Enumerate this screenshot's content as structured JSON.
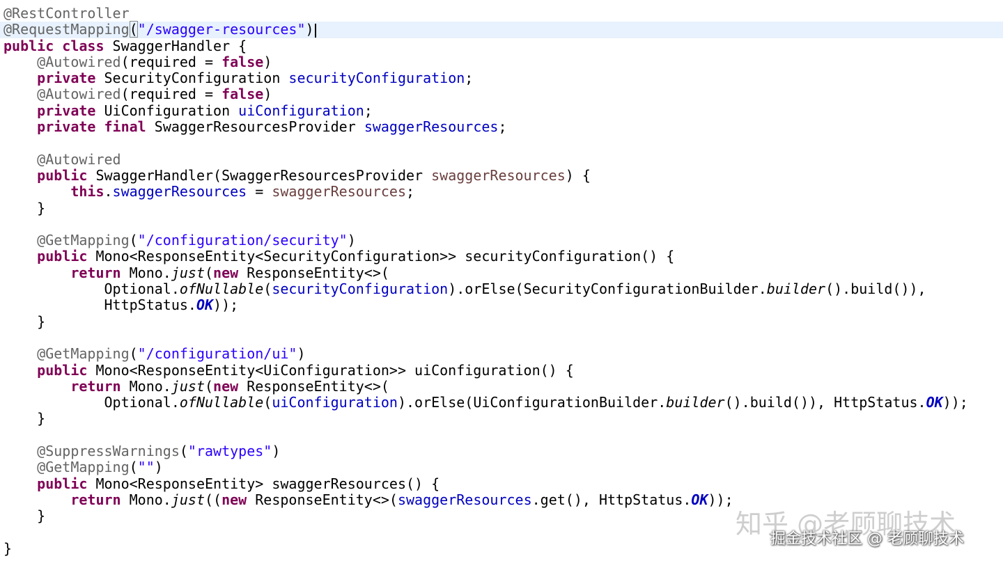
{
  "editor": {
    "colors": {
      "annotation": "#646464",
      "keyword": "#7f0055",
      "string": "#2a00ff",
      "field": "#0000c0",
      "parameter": "#6a3e3e",
      "current_line": "#e8f2fe"
    },
    "lines": [
      [
        {
          "t": "ann",
          "v": "@RestController"
        }
      ],
      [
        {
          "t": "ann",
          "v": "@RequestMapping"
        },
        {
          "t": "bracket",
          "v": "("
        },
        {
          "t": "str",
          "v": "\"/swagger-resources\""
        },
        {
          "t": "pln",
          "v": ")"
        },
        {
          "t": "caret",
          "v": ""
        }
      ],
      [
        {
          "t": "kw",
          "v": "public"
        },
        {
          "t": "pln",
          "v": " "
        },
        {
          "t": "kw",
          "v": "class"
        },
        {
          "t": "pln",
          "v": " SwaggerHandler {"
        }
      ],
      [
        {
          "t": "pln",
          "v": "    "
        },
        {
          "t": "ann",
          "v": "@Autowired"
        },
        {
          "t": "pln",
          "v": "(required = "
        },
        {
          "t": "kw",
          "v": "false"
        },
        {
          "t": "pln",
          "v": ")"
        }
      ],
      [
        {
          "t": "pln",
          "v": "    "
        },
        {
          "t": "kw",
          "v": "private"
        },
        {
          "t": "pln",
          "v": " SecurityConfiguration "
        },
        {
          "t": "fld",
          "v": "securityConfiguration"
        },
        {
          "t": "pln",
          "v": ";"
        }
      ],
      [
        {
          "t": "pln",
          "v": "    "
        },
        {
          "t": "ann",
          "v": "@Autowired"
        },
        {
          "t": "pln",
          "v": "(required = "
        },
        {
          "t": "kw",
          "v": "false"
        },
        {
          "t": "pln",
          "v": ")"
        }
      ],
      [
        {
          "t": "pln",
          "v": "    "
        },
        {
          "t": "kw",
          "v": "private"
        },
        {
          "t": "pln",
          "v": " UiConfiguration "
        },
        {
          "t": "fld",
          "v": "uiConfiguration"
        },
        {
          "t": "pln",
          "v": ";"
        }
      ],
      [
        {
          "t": "pln",
          "v": "    "
        },
        {
          "t": "kw",
          "v": "private"
        },
        {
          "t": "pln",
          "v": " "
        },
        {
          "t": "kw",
          "v": "final"
        },
        {
          "t": "pln",
          "v": " SwaggerResourcesProvider "
        },
        {
          "t": "fld",
          "v": "swaggerResources"
        },
        {
          "t": "pln",
          "v": ";"
        }
      ],
      [],
      [
        {
          "t": "pln",
          "v": "    "
        },
        {
          "t": "ann",
          "v": "@Autowired"
        }
      ],
      [
        {
          "t": "pln",
          "v": "    "
        },
        {
          "t": "kw",
          "v": "public"
        },
        {
          "t": "pln",
          "v": " SwaggerHandler(SwaggerResourcesProvider "
        },
        {
          "t": "prm",
          "v": "swaggerResources"
        },
        {
          "t": "pln",
          "v": ") {"
        }
      ],
      [
        {
          "t": "pln",
          "v": "        "
        },
        {
          "t": "kw",
          "v": "this"
        },
        {
          "t": "pln",
          "v": "."
        },
        {
          "t": "fld",
          "v": "swaggerResources"
        },
        {
          "t": "pln",
          "v": " = "
        },
        {
          "t": "prm",
          "v": "swaggerResources"
        },
        {
          "t": "pln",
          "v": ";"
        }
      ],
      [
        {
          "t": "pln",
          "v": "    }"
        }
      ],
      [],
      [
        {
          "t": "pln",
          "v": "    "
        },
        {
          "t": "ann",
          "v": "@GetMapping"
        },
        {
          "t": "pln",
          "v": "("
        },
        {
          "t": "str",
          "v": "\"/configuration/security\""
        },
        {
          "t": "pln",
          "v": ")"
        }
      ],
      [
        {
          "t": "pln",
          "v": "    "
        },
        {
          "t": "kw",
          "v": "public"
        },
        {
          "t": "pln",
          "v": " Mono<ResponseEntity<SecurityConfiguration>> securityConfiguration() {"
        }
      ],
      [
        {
          "t": "pln",
          "v": "        "
        },
        {
          "t": "kw",
          "v": "return"
        },
        {
          "t": "pln",
          "v": " Mono."
        },
        {
          "t": "itl",
          "v": "just"
        },
        {
          "t": "pln",
          "v": "("
        },
        {
          "t": "kw",
          "v": "new"
        },
        {
          "t": "pln",
          "v": " ResponseEntity<>("
        }
      ],
      [
        {
          "t": "pln",
          "v": "            Optional."
        },
        {
          "t": "itl",
          "v": "ofNullable"
        },
        {
          "t": "pln",
          "v": "("
        },
        {
          "t": "fld",
          "v": "securityConfiguration"
        },
        {
          "t": "pln",
          "v": ").orElse(SecurityConfigurationBuilder."
        },
        {
          "t": "itl",
          "v": "builder"
        },
        {
          "t": "pln",
          "v": "().build()),"
        }
      ],
      [
        {
          "t": "pln",
          "v": "            HttpStatus."
        },
        {
          "t": "fldi",
          "v": "OK"
        },
        {
          "t": "pln",
          "v": "));"
        }
      ],
      [
        {
          "t": "pln",
          "v": "    }"
        }
      ],
      [],
      [
        {
          "t": "pln",
          "v": "    "
        },
        {
          "t": "ann",
          "v": "@GetMapping"
        },
        {
          "t": "pln",
          "v": "("
        },
        {
          "t": "str",
          "v": "\"/configuration/ui\""
        },
        {
          "t": "pln",
          "v": ")"
        }
      ],
      [
        {
          "t": "pln",
          "v": "    "
        },
        {
          "t": "kw",
          "v": "public"
        },
        {
          "t": "pln",
          "v": " Mono<ResponseEntity<UiConfiguration>> uiConfiguration() {"
        }
      ],
      [
        {
          "t": "pln",
          "v": "        "
        },
        {
          "t": "kw",
          "v": "return"
        },
        {
          "t": "pln",
          "v": " Mono."
        },
        {
          "t": "itl",
          "v": "just"
        },
        {
          "t": "pln",
          "v": "("
        },
        {
          "t": "kw",
          "v": "new"
        },
        {
          "t": "pln",
          "v": " ResponseEntity<>("
        }
      ],
      [
        {
          "t": "pln",
          "v": "            Optional."
        },
        {
          "t": "itl",
          "v": "ofNullable"
        },
        {
          "t": "pln",
          "v": "("
        },
        {
          "t": "fld",
          "v": "uiConfiguration"
        },
        {
          "t": "pln",
          "v": ").orElse(UiConfigurationBuilder."
        },
        {
          "t": "itl",
          "v": "builder"
        },
        {
          "t": "pln",
          "v": "().build()), HttpStatus."
        },
        {
          "t": "fldi",
          "v": "OK"
        },
        {
          "t": "pln",
          "v": "));"
        }
      ],
      [
        {
          "t": "pln",
          "v": "    }"
        }
      ],
      [],
      [
        {
          "t": "pln",
          "v": "    "
        },
        {
          "t": "ann",
          "v": "@SuppressWarnings"
        },
        {
          "t": "pln",
          "v": "("
        },
        {
          "t": "str",
          "v": "\"rawtypes\""
        },
        {
          "t": "pln",
          "v": ")"
        }
      ],
      [
        {
          "t": "pln",
          "v": "    "
        },
        {
          "t": "ann",
          "v": "@GetMapping"
        },
        {
          "t": "pln",
          "v": "("
        },
        {
          "t": "str",
          "v": "\"\""
        },
        {
          "t": "pln",
          "v": ")"
        }
      ],
      [
        {
          "t": "pln",
          "v": "    "
        },
        {
          "t": "kw",
          "v": "public"
        },
        {
          "t": "pln",
          "v": " Mono<ResponseEntity> swaggerResources() {"
        }
      ],
      [
        {
          "t": "pln",
          "v": "        "
        },
        {
          "t": "kw",
          "v": "return"
        },
        {
          "t": "pln",
          "v": " Mono."
        },
        {
          "t": "itl",
          "v": "just"
        },
        {
          "t": "pln",
          "v": "(("
        },
        {
          "t": "kw",
          "v": "new"
        },
        {
          "t": "pln",
          "v": " ResponseEntity<>("
        },
        {
          "t": "fld",
          "v": "swaggerResources"
        },
        {
          "t": "pln",
          "v": ".get(), HttpStatus."
        },
        {
          "t": "fldi",
          "v": "OK"
        },
        {
          "t": "pln",
          "v": "));"
        }
      ],
      [
        {
          "t": "pln",
          "v": "    }"
        }
      ],
      [],
      [
        {
          "t": "pln",
          "v": "}"
        }
      ]
    ],
    "current_line_index": 1
  },
  "watermark": {
    "primary": "知乎 @老顾聊技术",
    "secondary": "掘金技术社区 @ 老顾聊技术"
  }
}
